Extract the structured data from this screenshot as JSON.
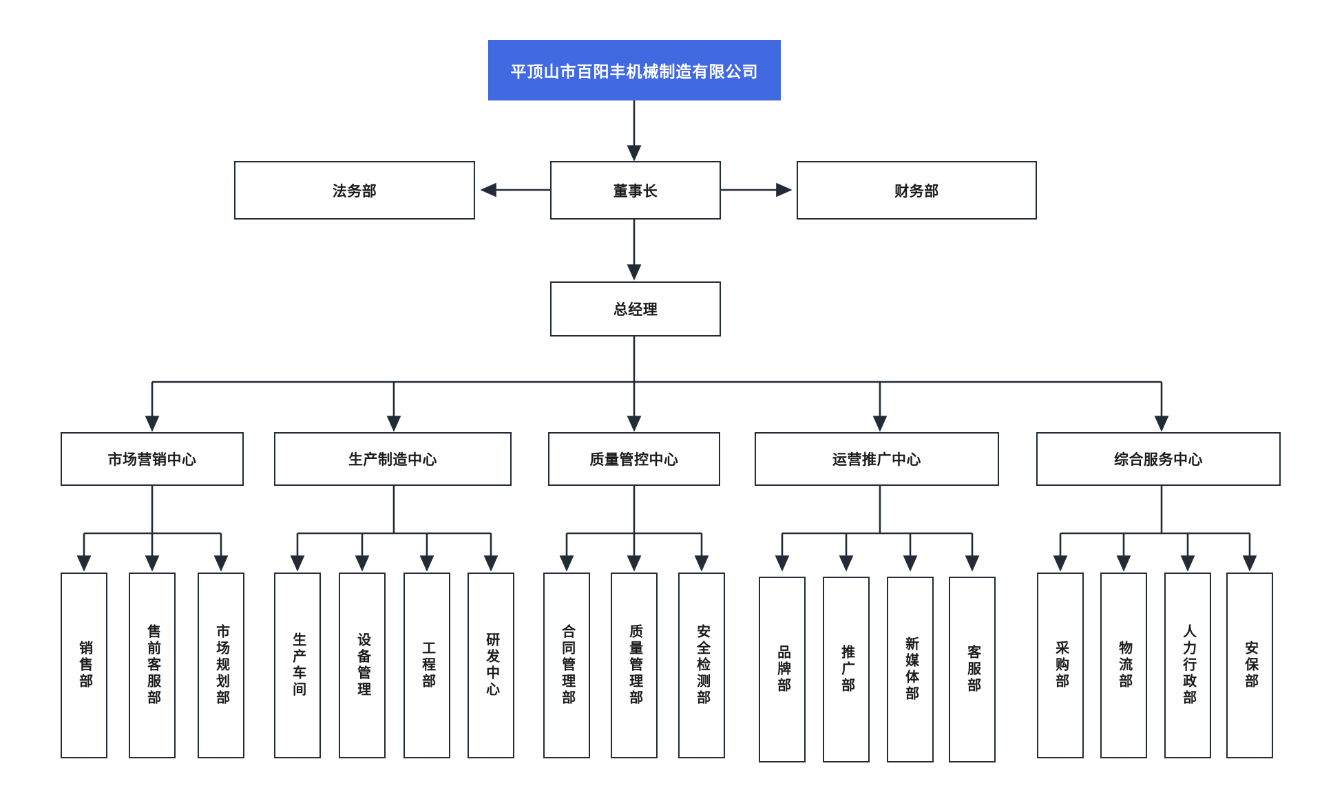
{
  "diagram": {
    "title": "平顶山市百阳丰机械制造有限公司",
    "type": "organization-chart",
    "accent_color": "#4169e1",
    "line_color": "#222b36",
    "background": "#ffffff"
  },
  "root": {
    "label": "平顶山市百阳丰机械制造有限公司"
  },
  "level2": {
    "left": {
      "label": "法务部"
    },
    "center": {
      "label": "董事长"
    },
    "right": {
      "label": "财务部"
    }
  },
  "level3": {
    "center": {
      "label": "总经理"
    }
  },
  "centers": [
    {
      "label": "市场营销中心",
      "children": [
        {
          "label": "销售部"
        },
        {
          "label": "售前客服部"
        },
        {
          "label": "市场规划部"
        }
      ]
    },
    {
      "label": "生产制造中心",
      "children": [
        {
          "label": "生产车间"
        },
        {
          "label": "设备管理"
        },
        {
          "label": "工程部"
        },
        {
          "label": "研发中心"
        }
      ]
    },
    {
      "label": "质量管控中心",
      "children": [
        {
          "label": "合同管理部"
        },
        {
          "label": "质量管理部"
        },
        {
          "label": "安全检测部"
        }
      ]
    },
    {
      "label": "运营推广中心",
      "children": [
        {
          "label": "品牌部"
        },
        {
          "label": "推广部"
        },
        {
          "label": "新媒体部"
        },
        {
          "label": "客服部"
        }
      ]
    },
    {
      "label": "综合服务中心",
      "children": [
        {
          "label": "采购部"
        },
        {
          "label": "物流部"
        },
        {
          "label": "人力行政部"
        },
        {
          "label": "安保部"
        }
      ]
    }
  ]
}
